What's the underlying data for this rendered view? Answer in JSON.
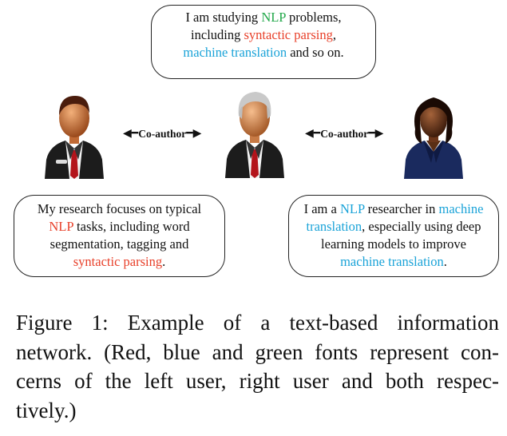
{
  "bubbles": {
    "top": {
      "line1_pre": "I am studying ",
      "line1_nlp": "NLP",
      "line1_post": " problems,",
      "line2_pre": "including ",
      "line2_red": "syntactic parsing",
      "line2_post": ",",
      "line3_blue": "machine translation",
      "line3_post": " and so on."
    },
    "left": {
      "line1": "My research focuses on typical",
      "line2_red": "NLP",
      "line2_post": " tasks, including word",
      "line3": "segmentation, tagging and",
      "line4_red": "syntactic parsing",
      "line4_post": "."
    },
    "right": {
      "line1_pre": "I am a ",
      "line1_blue1": "NLP",
      "line1_mid": " researcher in ",
      "line1_blue2": "machine",
      "line2_blue": "translation",
      "line2_post": ", especially using deep",
      "line3": "learning models to improve",
      "line4_blue": "machine translation",
      "line4_post": "."
    }
  },
  "coauthor_label": "Co-author",
  "caption": {
    "line1": "Figure 1:  Example of a text-based information",
    "line2": "network. (Red, blue and green fonts represent con-",
    "line3": "cerns of the left user, right user and both respec-",
    "line4": "tively.)"
  },
  "colors": {
    "red": "#e8402a",
    "blue": "#1aa3d8",
    "green": "#22a84a"
  },
  "icons": [
    "left-user-icon",
    "center-user-icon",
    "right-user-icon"
  ]
}
